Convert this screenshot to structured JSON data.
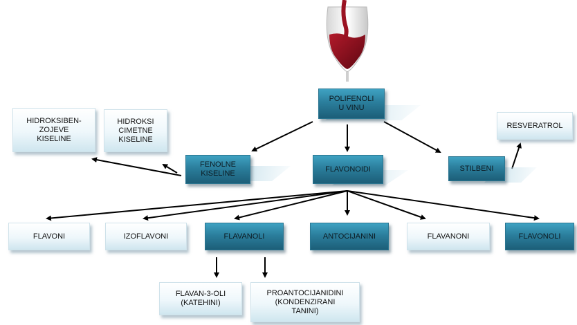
{
  "nodes": {
    "polifenoli": "POLIFENOLI\nU VINU",
    "fenolne_kiseline": "FENOLNE\nKISELINE",
    "flavonoidi": "FLAVONOIDI",
    "stilbeni": "STILBENI",
    "hidroksibenzojeve": "HIDROKSIBEN-\nZOJEVE\nKISELINE",
    "hidroksicimetne": "HIDROKSI\nCIMETNE\nKISELINE",
    "resveratrol": "RESVERATROL",
    "flavoni": "FLAVONI",
    "izoflavoni": "IZOFLAVONI",
    "flavanoli": "FLAVANOLI",
    "antocijanini": "ANTOCIJANINI",
    "flavanoni": "FLAVANONI",
    "flavonoli": "FLAVONOLI",
    "flavan3oli": "FLAVAN-3-OLI\n(KATEHINI)",
    "proantocijanidini": "PROANTOCIJANIDINI\n(KONDENZIRANI\nTANINI)"
  },
  "colors": {
    "dark_box": "#2b7e9c",
    "light_box": "#eef7fb",
    "wine": "#8e1020",
    "arrow": "#000000"
  }
}
